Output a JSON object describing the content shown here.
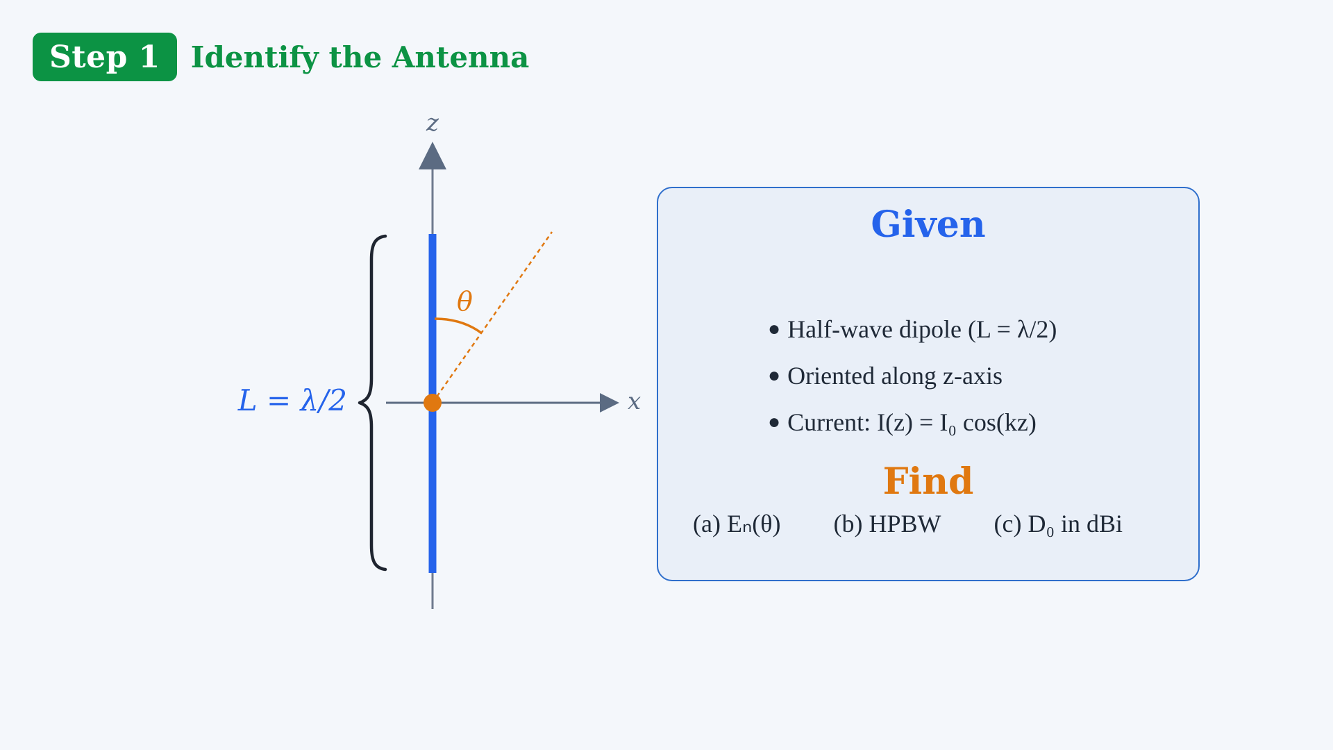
{
  "header": {
    "step_badge": "Step 1",
    "title": "Identify the Antenna"
  },
  "diagram": {
    "z_axis_label": "z",
    "x_axis_label": "x",
    "theta_label": "θ",
    "length_label": "L = λ/2"
  },
  "given": {
    "title": "Given",
    "items": [
      "Half-wave dipole (L = λ/2)",
      "Oriented along z-axis",
      "Current:  I(z) = I₀ cos(kz)"
    ]
  },
  "find": {
    "title": "Find",
    "items": [
      "(a) Eₙ(θ)",
      "(b) HPBW",
      "(c) D₀ in dBi"
    ]
  },
  "colors": {
    "accent_green": "#0c9344",
    "dipole_blue": "#2563eb",
    "angle_orange": "#e07810",
    "axis_gray": "#5b6b82"
  }
}
